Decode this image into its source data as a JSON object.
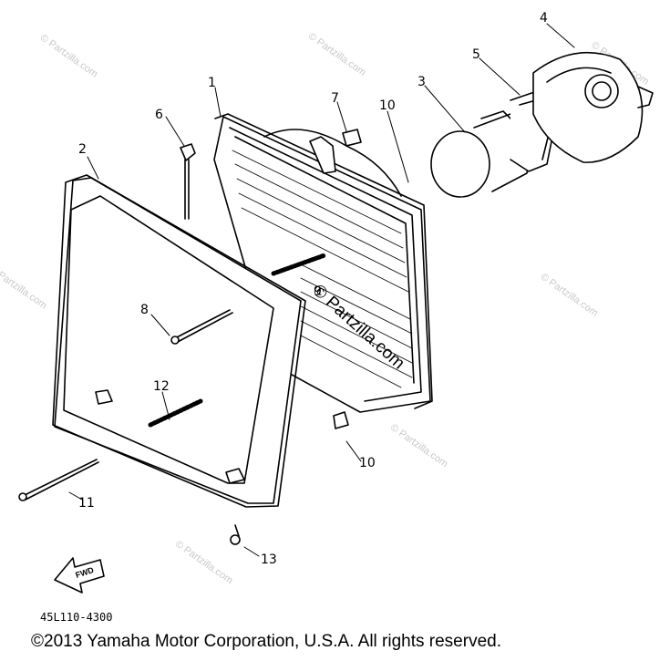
{
  "callouts": {
    "c1": "1",
    "c2": "2",
    "c3": "3",
    "c4": "4",
    "c5": "5",
    "c6": "6",
    "c7": "7",
    "c8": "8",
    "c9": "9",
    "c10a": "10",
    "c10b": "10",
    "c11": "11",
    "c12": "12",
    "c13": "13"
  },
  "fwd_label": "FWD",
  "part_number": "45L110-4300",
  "watermark": "© Partzilla.com",
  "copyright": "©2013 Yamaha Motor Corporation, U.S.A. All rights reserved."
}
